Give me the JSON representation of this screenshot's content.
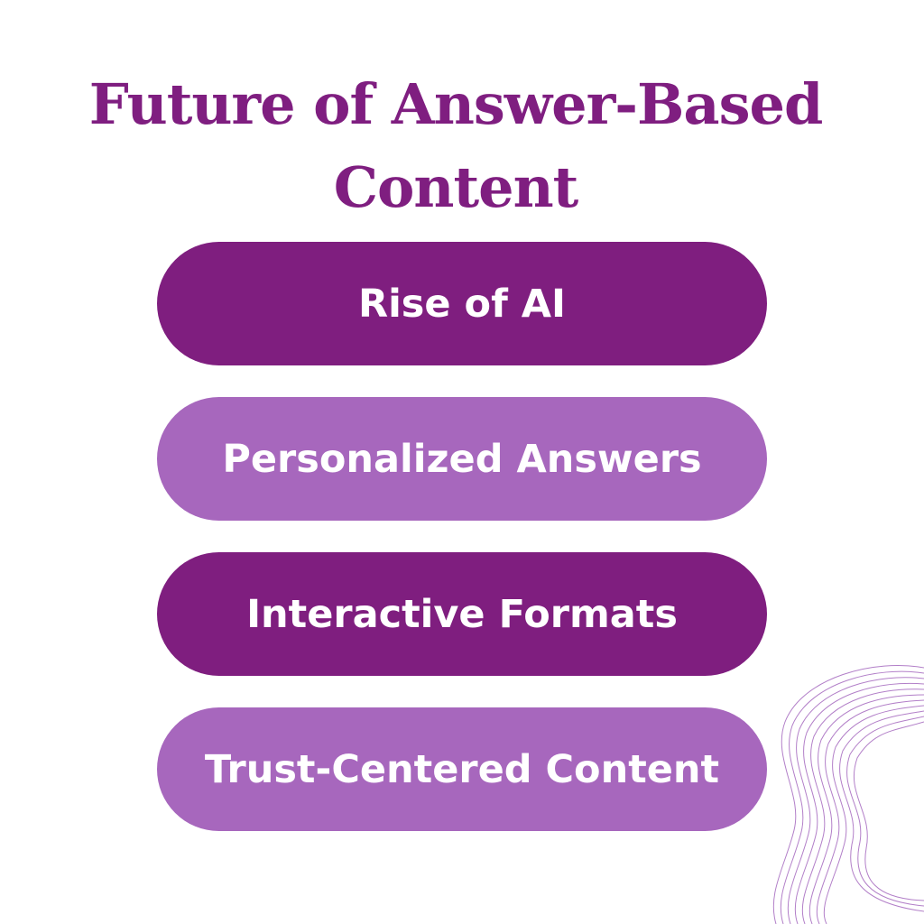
{
  "title": {
    "line1": "Future of Answer-Based",
    "line2": "Content",
    "color": "#7f1e80"
  },
  "items": [
    {
      "label": "Rise of AI",
      "color": "#7f1e7f"
    },
    {
      "label": "Personalized Answers",
      "color": "#a767bd"
    },
    {
      "label": "Interactive Formats",
      "color": "#7f1e7f"
    },
    {
      "label": "Trust-Centered Content",
      "color": "#a767bd"
    }
  ],
  "decoration": {
    "icon": "wavy-lines-icon",
    "color": "#b27fc8"
  }
}
